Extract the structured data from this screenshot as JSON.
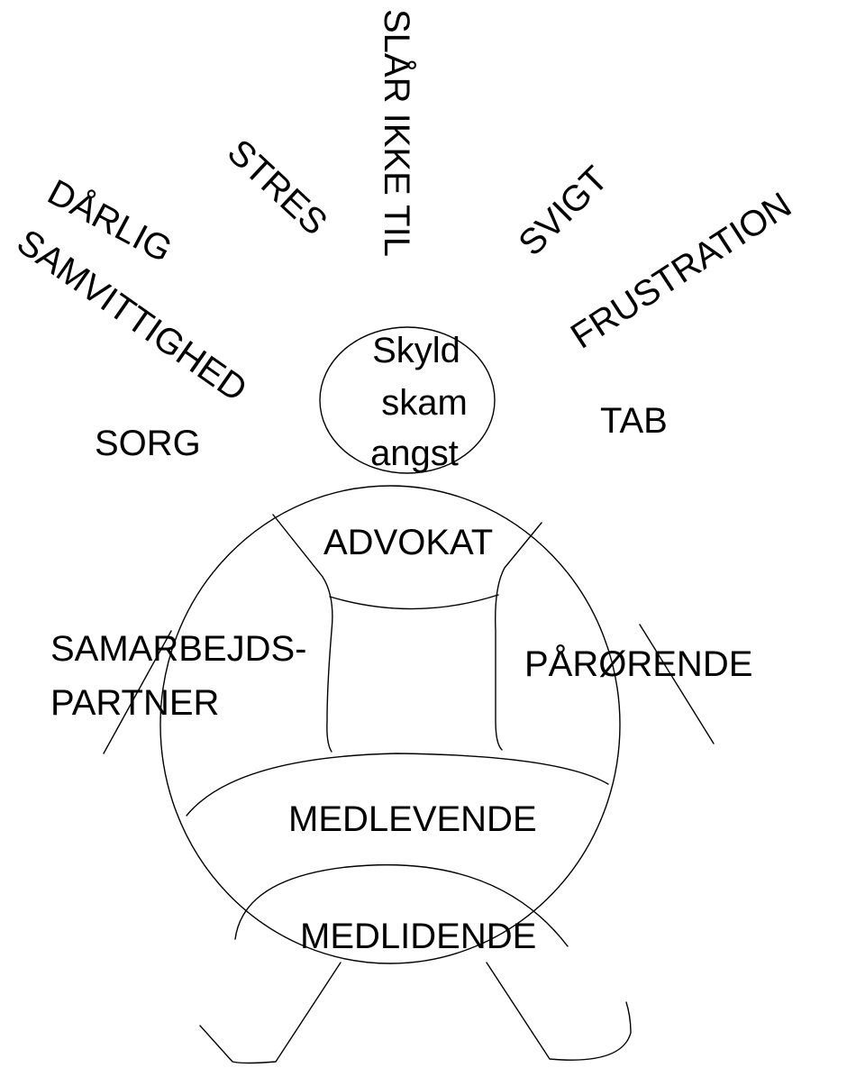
{
  "head": {
    "lines": [
      "Skyld",
      "skam",
      "angst"
    ]
  },
  "rays": {
    "daarlig_samvittighed_line1": "DÅRLIG",
    "daarlig_samvittighed_line2": "SAMVITTIGHED",
    "stres": "STRES",
    "slaar_ikke_til": "SLÅR IKKE TIL",
    "svigt": "SVIGT",
    "frustration": "FRUSTRATION",
    "tab": "TAB",
    "sorg": "SORG"
  },
  "body": {
    "advokat": "ADVOKAT",
    "samarbejdspartner_line1": "SAMARBEJDS-",
    "samarbejdspartner_line2": "PARTNER",
    "paaroerende": "PÅRØRENDE",
    "medlevende": "MEDLEVENDE",
    "medlidende": "MEDLIDENDE"
  },
  "colors": {
    "stroke": "#000000",
    "background": "#ffffff"
  }
}
